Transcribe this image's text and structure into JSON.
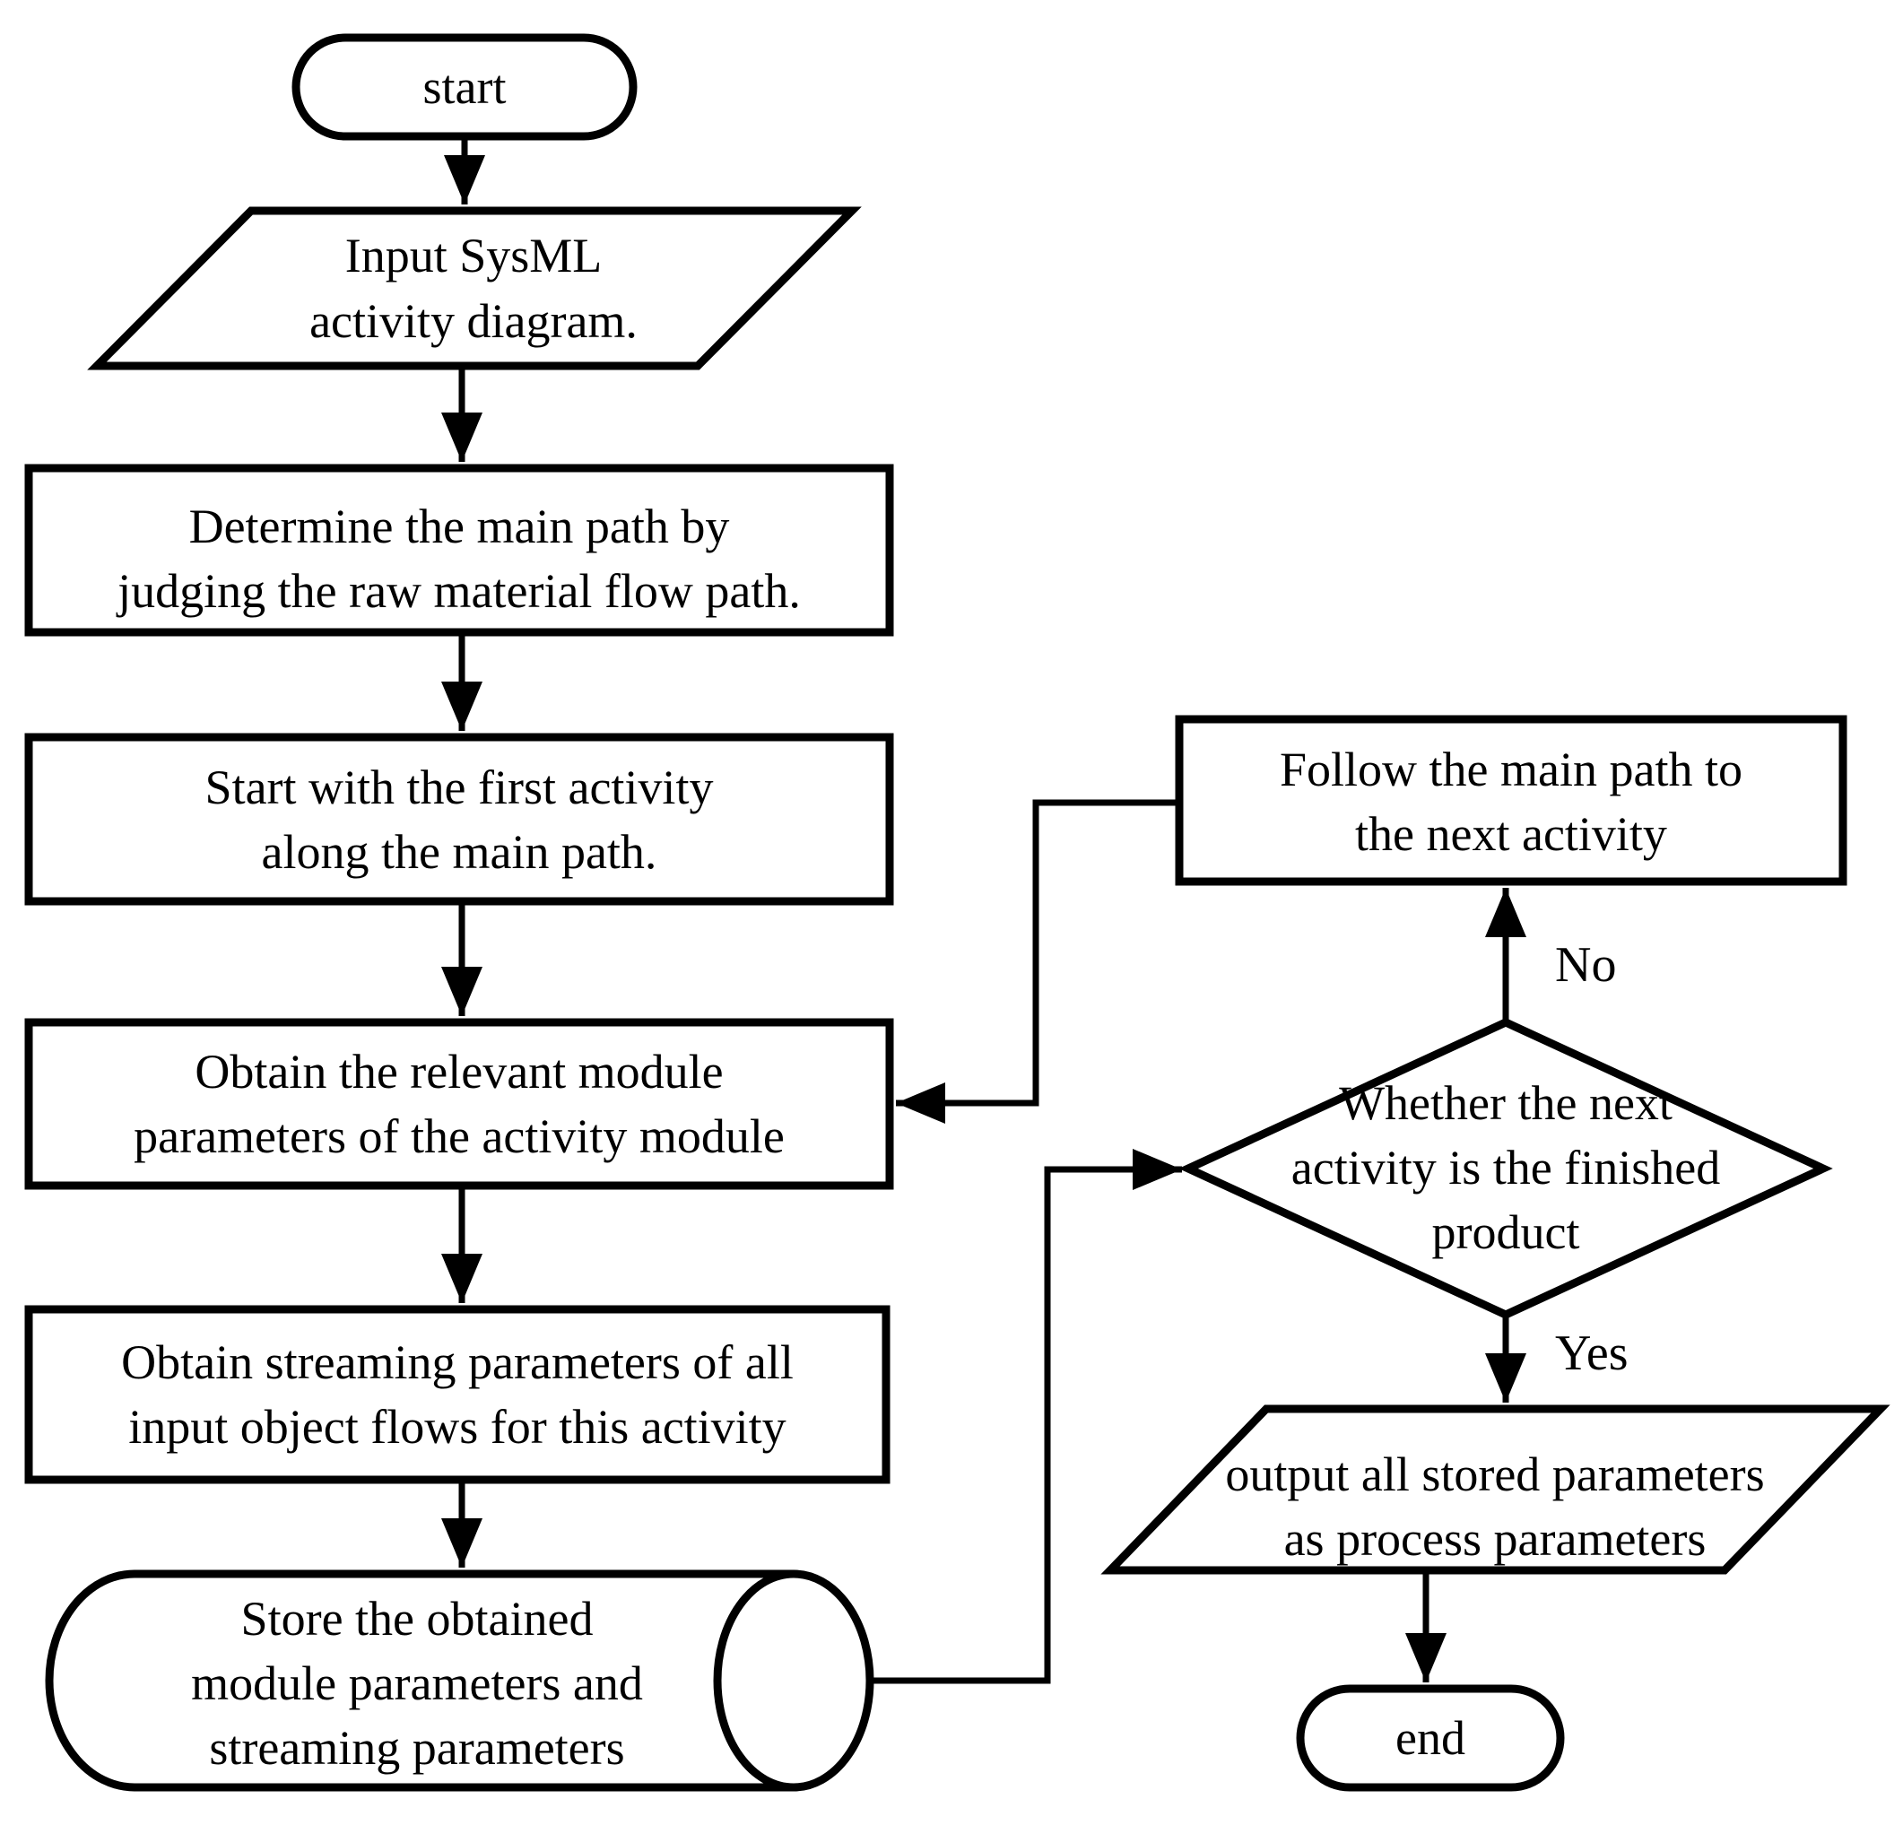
{
  "figure": {
    "kind": "flowchart",
    "colors": {
      "background": "#ffffff",
      "stroke": "#000000",
      "shape_fill": "#ffffff",
      "text": "#000000"
    },
    "nodes": {
      "start": {
        "shape": "terminator",
        "label": "start"
      },
      "input_sysml": {
        "shape": "data-parallelogram",
        "lines": [
          "Input SysML",
          "activity diagram."
        ]
      },
      "determine_main_path": {
        "shape": "process",
        "lines": [
          "Determine the main path by",
          "judging the raw material flow path."
        ]
      },
      "start_first_activity": {
        "shape": "process",
        "lines": [
          "Start with the first activity",
          "along the main path."
        ]
      },
      "obtain_module_params": {
        "shape": "process",
        "lines": [
          "Obtain the relevant module",
          "parameters of the activity module"
        ]
      },
      "obtain_streaming_params": {
        "shape": "process",
        "lines": [
          "Obtain streaming parameters of all",
          "input object flows for this activity"
        ]
      },
      "store_params": {
        "shape": "stored-data-cylinder",
        "lines": [
          "Store the obtained",
          "module parameters and",
          "streaming parameters"
        ]
      },
      "decision_finished_product": {
        "shape": "decision-diamond",
        "lines": [
          "Whether the next",
          "activity is the finished",
          "product"
        ]
      },
      "follow_main_path": {
        "shape": "process",
        "lines": [
          "Follow the main path to",
          "the next activity"
        ]
      },
      "output_params": {
        "shape": "data-parallelogram",
        "lines": [
          "output all stored parameters",
          "as process parameters"
        ]
      },
      "end": {
        "shape": "terminator",
        "label": "end"
      }
    },
    "edge_labels": {
      "no": "No",
      "yes": "Yes"
    }
  }
}
